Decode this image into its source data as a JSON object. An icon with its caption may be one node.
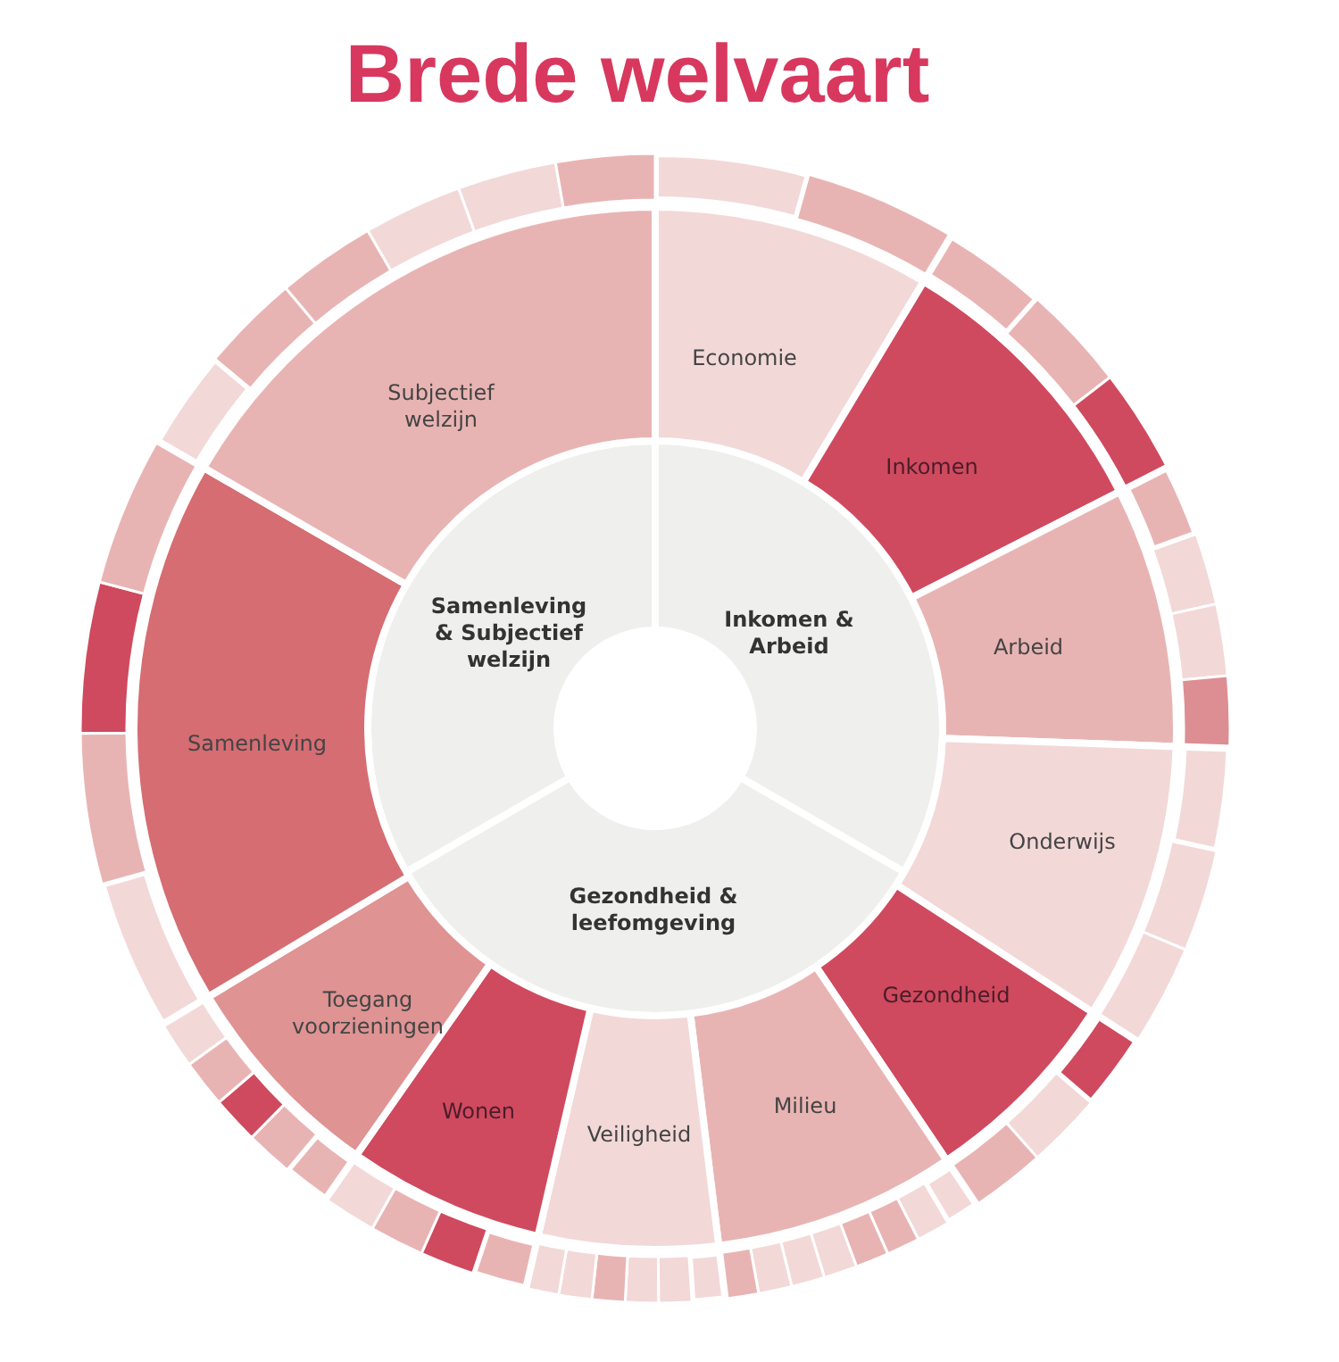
{
  "diagram": {
    "title": "Brede welvaart",
    "nodes": [
      {
        "text": [
          "Inkomen & Arbeid"
        ]
      },
      {
        "text": [
          "Gezondheid & leefomgeving"
        ]
      },
      {
        "text": [
          "Samenleving & Subjectief welzijn"
        ]
      },
      {
        "text": [
          "Economie"
        ]
      },
      {
        "text": [
          "Inkomen"
        ]
      },
      {
        "text": [
          "Arbeid"
        ]
      },
      {
        "text": [
          "Onderwijs"
        ]
      },
      {
        "text": [
          "Gezondheid"
        ]
      },
      {
        "text": [
          "Milieu"
        ]
      },
      {
        "text": [
          "Veiligheid"
        ]
      },
      {
        "text": [
          "Wonen"
        ]
      },
      {
        "text": [
          "Toegang voorzieningen"
        ]
      },
      {
        "text": [
          "Samenleving"
        ]
      },
      {
        "text": [
          "Subjectief welzijn"
        ]
      }
    ]
  }
}
